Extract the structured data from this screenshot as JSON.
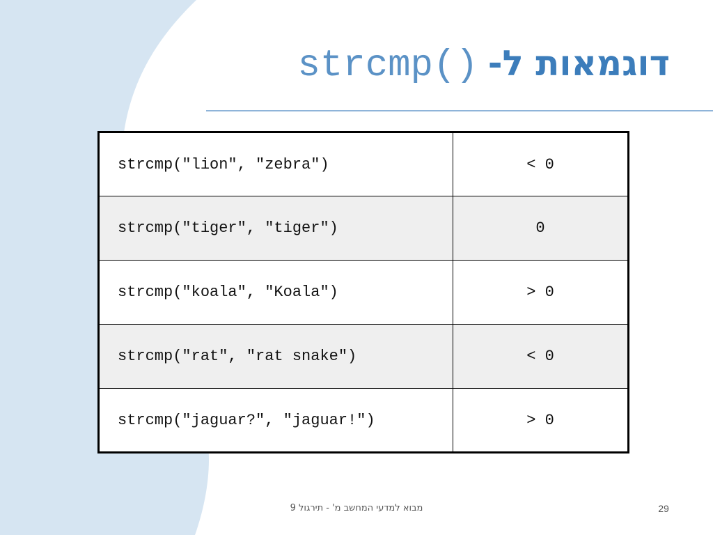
{
  "slide": {
    "title_code": "strcmp()",
    "title_hebrew": "דוגמאות ל-",
    "footer": "מבוא למדעי המחשב מ' - תירגול 9",
    "page_number": "29"
  },
  "table": {
    "rows": [
      {
        "expression": "strcmp(\"lion\", \"zebra\")",
        "result": "< 0"
      },
      {
        "expression": "strcmp(\"tiger\", \"tiger\")",
        "result": "0"
      },
      {
        "expression": "strcmp(\"koala\", \"Koala\")",
        "result": "> 0"
      },
      {
        "expression": "strcmp(\"rat\", \"rat snake\")",
        "result": "< 0"
      },
      {
        "expression": "strcmp(\"jaguar?\", \"jaguar!\")",
        "result": "> 0"
      }
    ]
  },
  "colors": {
    "background_shape": "#d6e5f2",
    "title": "#4a86bf",
    "title_rule": "#8fb4d9",
    "table_border": "#000000",
    "row_alt": "#efefef"
  }
}
